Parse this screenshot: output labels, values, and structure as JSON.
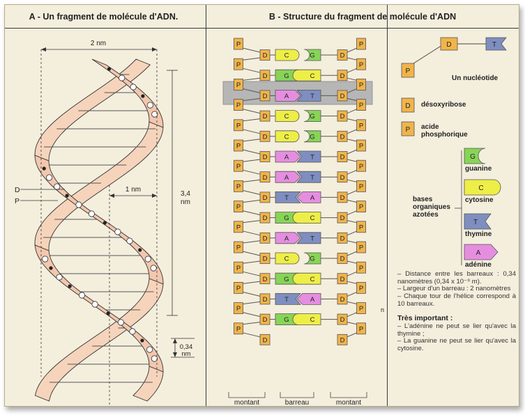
{
  "panel_a": {
    "title": "A - Un fragment de molécule d'ADN.",
    "dim_2nm": "2 nm",
    "dim_1nm": "1 nm",
    "dim_34_a": "3,4",
    "dim_34_b": "nm",
    "dim_034_a": "0,34",
    "dim_034_b": "nm",
    "label_d": "D",
    "label_p": "P"
  },
  "panel_b": {
    "title": "B - Structure du fragment de molécule d'ADN",
    "phosphate_letter": "P",
    "sugar_letter": "D",
    "rungs": [
      [
        "C",
        "G"
      ],
      [
        "G",
        "C"
      ],
      [
        "A",
        "T"
      ],
      [
        "C",
        "G"
      ],
      [
        "C",
        "G"
      ],
      [
        "A",
        "T"
      ],
      [
        "A",
        "T"
      ],
      [
        "T",
        "A"
      ],
      [
        "G",
        "C"
      ],
      [
        "A",
        "T"
      ],
      [
        "C",
        "G"
      ],
      [
        "G",
        "C"
      ],
      [
        "T",
        "A"
      ],
      [
        "G",
        "C"
      ]
    ],
    "label_montant_left": "montant",
    "label_barreau": "barreau",
    "label_montant_right": "montant",
    "label_n": "n"
  },
  "legend": {
    "nucleotide_label": "Un nucléotide",
    "desoxyribose": "désoxyribose",
    "acide_line1": "acide",
    "acide_line2": "phosphorique",
    "bases_line1": "bases",
    "bases_line2": "organiques",
    "bases_line3": "azotées",
    "guanine": "guanine",
    "cytosine": "cytosine",
    "thymine": "thymine",
    "adenine": "adénine",
    "notes": [
      "– Distance entre les barreaux : 0,34 nanomètres (0,34 x 10⁻⁹ m).",
      "– Largeur d'un barreau : 2 nanomètres",
      "– Chaque tour de l'hélice correspond à 10 barreaux."
    ],
    "important_title": "Très important :",
    "important": [
      "– L'adénine ne peut se lier qu'avec la thymine ;",
      "– La guanine ne peut se lier qu'avec la cytosine."
    ]
  },
  "colors": {
    "A": "#e58ee0",
    "T": "#7e8ec0",
    "G": "#88d457",
    "C": "#eeee48",
    "sugar": "#f0b44a",
    "phosphate": "#f0b44a",
    "ribbon": "#f2c7ad",
    "ribbon_back": "#f6d4bb"
  }
}
